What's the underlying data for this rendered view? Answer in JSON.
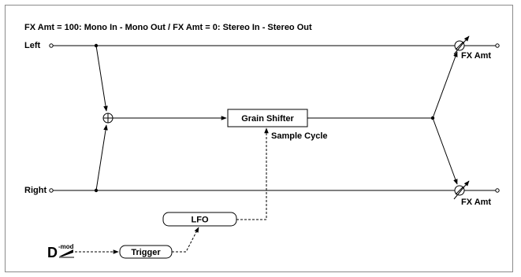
{
  "diagram": {
    "title": "FX Amt = 100: Mono In - Mono Out  /  FX Amt = 0: Stereo In - Stereo Out",
    "inputs": {
      "left_label": "Left",
      "right_label": "Right"
    },
    "blocks": {
      "grain_shifter": "Grain Shifter",
      "sample_cycle_label": "Sample Cycle",
      "lfo": "LFO",
      "trigger": "Trigger"
    },
    "outputs": {
      "fx_amt_top": "FX Amt",
      "fx_amt_bottom": "FX Amt"
    },
    "dmod": {
      "letter": "D",
      "superscript": "-mod"
    }
  }
}
